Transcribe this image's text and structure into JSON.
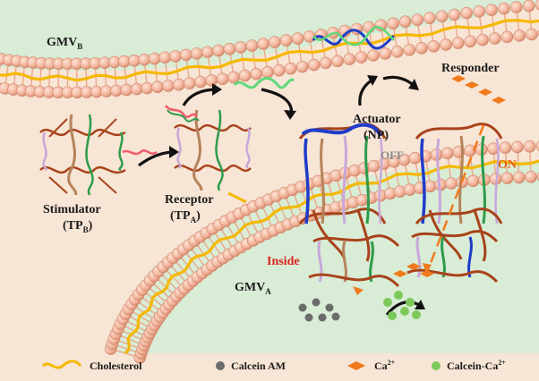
{
  "labels": {
    "gmv_b": {
      "main": "GMV",
      "sub": "B"
    },
    "gmv_a": {
      "main": "GMV",
      "sub": "A"
    },
    "stimulator": {
      "line1": "Stimulator",
      "line2_pre": "(TP",
      "line2_sub": "B",
      "line2_post": ")"
    },
    "receptor": {
      "line1": "Receptor",
      "line2_pre": "(TP",
      "line2_sub": "A",
      "line2_post": ")"
    },
    "actuator": {
      "line1": "Actuator",
      "line2": "(NP)"
    },
    "responder": "Responder",
    "off": "OFF",
    "on": "ON",
    "inside": "Inside"
  },
  "legend": [
    {
      "icon": "cholesterol-icon",
      "label": "Cholesterol"
    },
    {
      "icon": "calcein-am-icon",
      "label": "Calcein AM"
    },
    {
      "icon": "calcium-ion-icon",
      "label_main": "Ca",
      "label_sup": "2+"
    },
    {
      "icon": "calcein-ca-icon",
      "label_main": "Calcein-Ca",
      "label_sup": "2+"
    }
  ],
  "colors": {
    "background": "#f7e5d5",
    "vesicle_interior": "#d9ecd6",
    "lipid_head": "#f2b39a",
    "cholesterol": "#f5b800",
    "strand_brown": "#a8431b",
    "strand_green": "#2e9c4a",
    "strand_pink": "#ef5d6c",
    "strand_blue": "#1f3cc9",
    "strand_lilac": "#c9a7d9",
    "strand_tan": "#b5835a",
    "calcium": "#ef7b1d",
    "calcein_am": "#6b6b6b",
    "calcein_ca": "#7cc95a"
  }
}
